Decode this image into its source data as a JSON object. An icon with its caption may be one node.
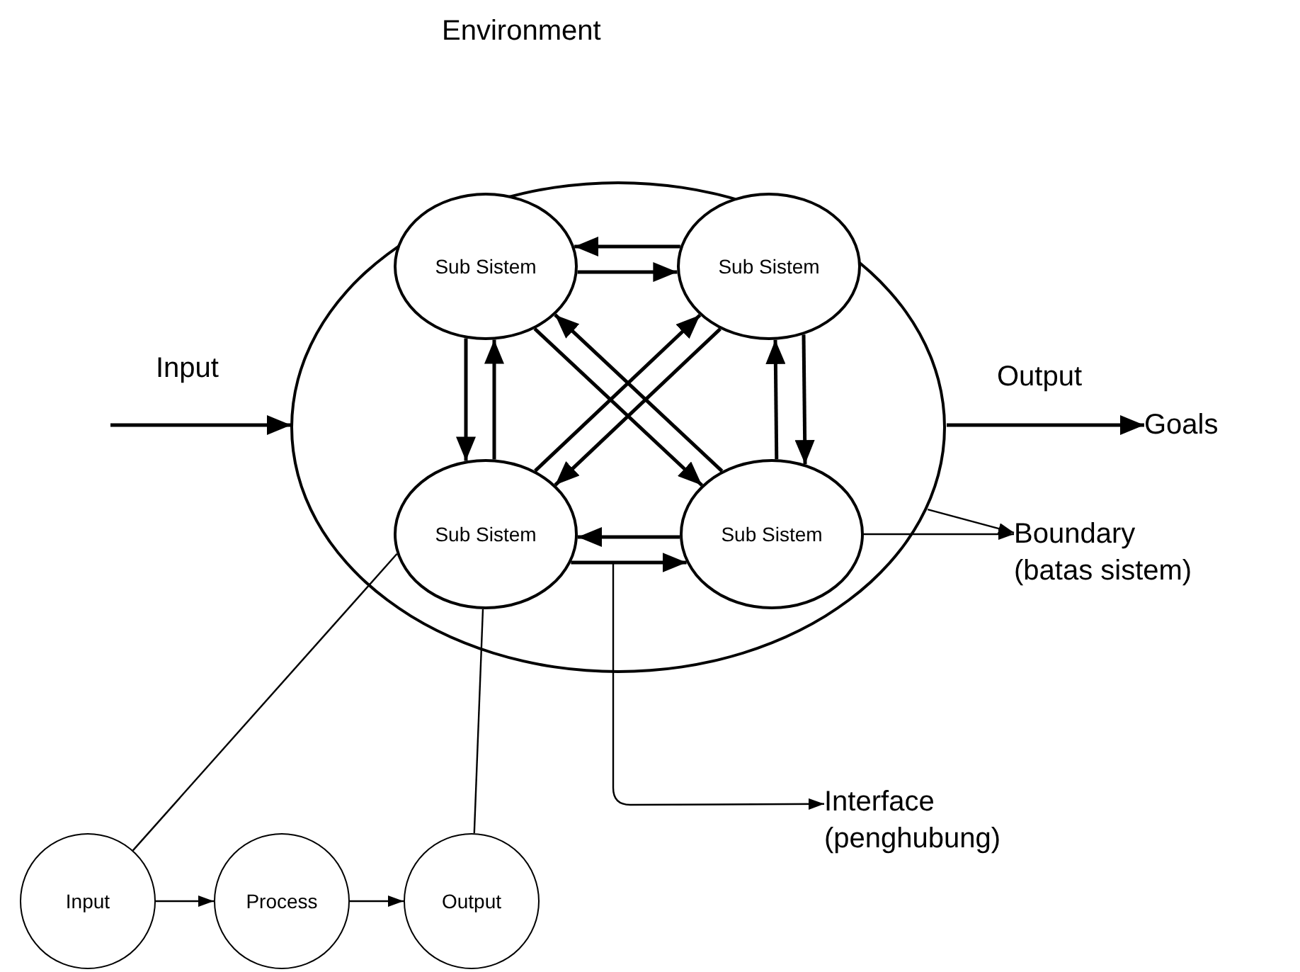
{
  "diagram": {
    "nodes": [
      {
        "text": [
          "Environment"
        ]
      },
      {
        "text": [
          "Sub Sistem"
        ],
        "in": 0
      },
      {
        "text": [
          "Sub Sistem"
        ],
        "in": 0
      },
      {
        "text": [
          "Sub Sistem"
        ],
        "in": 0
      },
      {
        "text": [
          "Sub Sistem"
        ],
        "in": 0
      },
      {
        "text": [
          "Input"
        ]
      },
      {
        "text": [
          "Process"
        ]
      },
      {
        "text": [
          "Output"
        ]
      },
      {
        "text": [
          "Goals"
        ]
      },
      {
        "text": [
          "Boundary (batas sistem)"
        ]
      },
      {
        "text": [
          "Interface (penghubung)"
        ]
      }
    ],
    "edges": [
      {
        "from": null,
        "to": 0,
        "arrow": "to",
        "label": "Input"
      },
      {
        "from": 0,
        "to": 8,
        "arrow": "to",
        "label": "Output"
      },
      {
        "from": 2,
        "to": 1,
        "arrow": "to"
      },
      {
        "from": 1,
        "to": 2,
        "arrow": "to"
      },
      {
        "from": 1,
        "to": 3,
        "arrow": "to"
      },
      {
        "from": 3,
        "to": 1,
        "arrow": "to"
      },
      {
        "from": 4,
        "to": 2,
        "arrow": "to"
      },
      {
        "from": 2,
        "to": 4,
        "arrow": "to"
      },
      {
        "from": 4,
        "to": 3,
        "arrow": "to"
      },
      {
        "from": 3,
        "to": 4,
        "arrow": "to"
      },
      {
        "from": 1,
        "to": 4,
        "arrow": "to"
      },
      {
        "from": 4,
        "to": 1,
        "arrow": "to"
      },
      {
        "from": 3,
        "to": 2,
        "arrow": "to"
      },
      {
        "from": 2,
        "to": 3,
        "arrow": "to"
      },
      {
        "from": 0,
        "to": 9,
        "arrow": "to"
      },
      {
        "from": 4,
        "to": 9,
        "arrow": "to"
      },
      {
        "from": null,
        "to": 10,
        "arrow": "to"
      },
      {
        "from": 3,
        "to": 5,
        "arrow": "none"
      },
      {
        "from": 3,
        "to": 7,
        "arrow": "none"
      },
      {
        "from": 5,
        "to": 6,
        "arrow": "to"
      },
      {
        "from": 6,
        "to": 7,
        "arrow": "to"
      }
    ]
  }
}
